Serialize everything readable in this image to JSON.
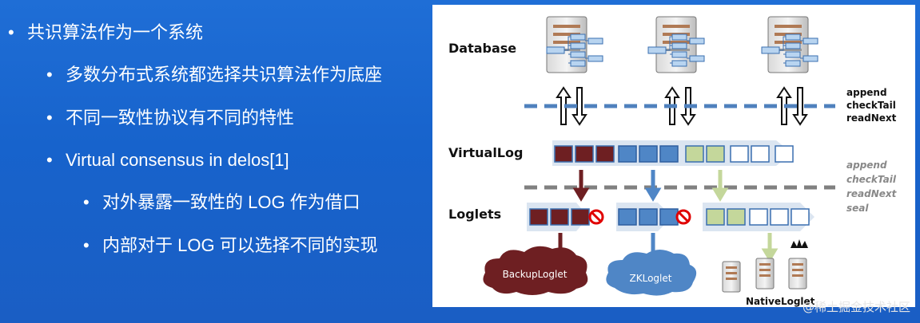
{
  "bullets": [
    {
      "level": 1,
      "text": "共识算法作为一个系统"
    },
    {
      "level": 2,
      "text": "多数分布式系统都选择共识算法作为底座"
    },
    {
      "level": 2,
      "text": "不同一致性协议有不同的特性"
    },
    {
      "level": 2,
      "text": "Virtual consensus in delos[1]"
    },
    {
      "level": 3,
      "text": "对外暴露一致性的 LOG 作为借口"
    },
    {
      "level": 3,
      "text": "内部对于 LOG 可以选择不同的实现"
    }
  ],
  "diagram": {
    "labels": {
      "database": "Database",
      "virtuallog": "VirtualLog",
      "loglets": "Loglets"
    },
    "api_top": [
      "append",
      "checkTail",
      "readNext"
    ],
    "api_mid": [
      "append",
      "checkTail",
      "readNext",
      "seal"
    ],
    "clouds": {
      "backup": "BackupLoglet",
      "zk": "ZKLoglet",
      "native": "NativeLoglet"
    },
    "colors": {
      "dark_red": "#6e1f22",
      "blue": "#4f86c6",
      "green": "#c4d79b",
      "dashed_blue": "#4f81bd",
      "dashed_gray": "#808080"
    }
  },
  "watermark": "@稀土掘金技术社区"
}
